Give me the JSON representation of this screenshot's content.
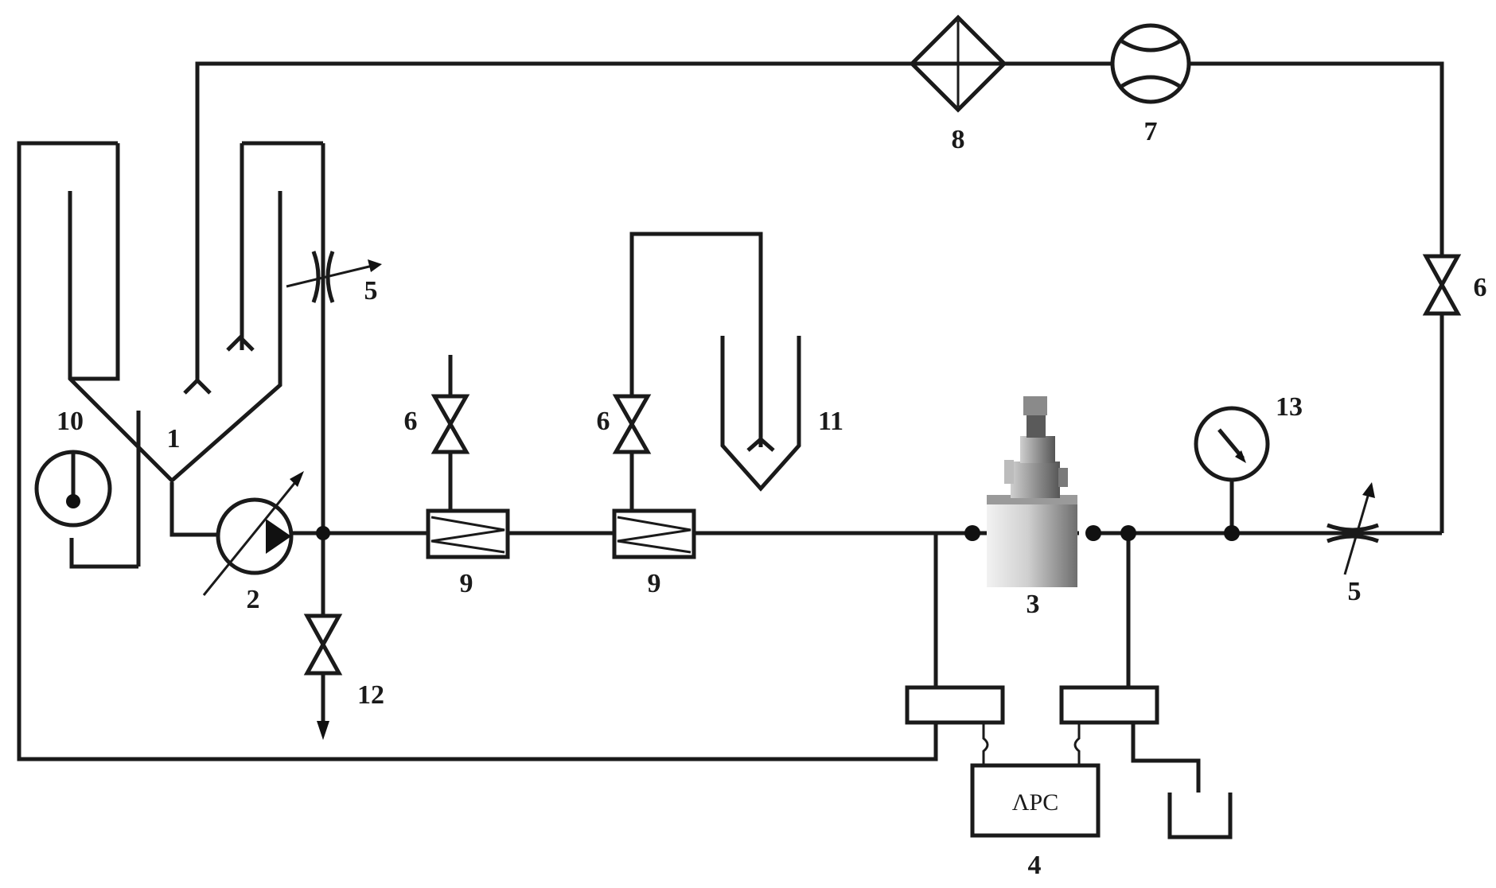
{
  "labels": {
    "tank": "1",
    "pump": "2",
    "device": "3",
    "controller": "4",
    "throttle_upper": "5",
    "throttle_lower": "5",
    "valve_vertical": "6",
    "valve_left": "6",
    "valve_middle": "6",
    "flowmeter": "7",
    "filter": "8",
    "heat_exchanger_left": "9",
    "heat_exchanger_right": "9",
    "thermometer": "10",
    "vessel": "11",
    "drain_valve": "12",
    "pressure_gauge": "13"
  },
  "controller_text": "ΛPC",
  "colors": {
    "line": "#1a1a1a",
    "background": "#ffffff",
    "device_body_light": "#e0e0e0",
    "device_body_dark": "#7a7a7a"
  }
}
